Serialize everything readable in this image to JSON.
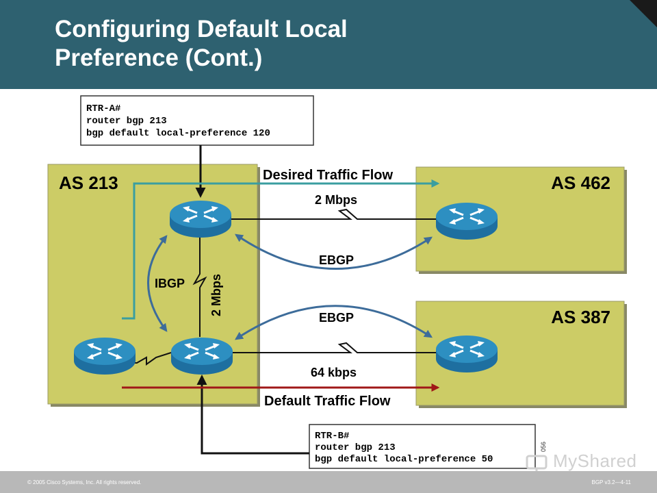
{
  "title_lines": [
    "Configuring Default Local",
    "Preference (Cont.)"
  ],
  "config_a": [
    "RTR-A#",
    "router bgp 213",
    "bgp default local-preference 120"
  ],
  "config_b": [
    "RTR-B#",
    "router bgp 213",
    "bgp default local-preference 50"
  ],
  "as_labels": {
    "as213": "AS 213",
    "as462": "AS 462",
    "as387": "AS 387"
  },
  "links": {
    "upper_bw": "2 Mbps",
    "lower_bw": "64 kbps",
    "internal_bw": "2 Mbps",
    "ebgp_upper": "EBGP",
    "ebgp_lower": "EBGP",
    "ibgp": "IBGP"
  },
  "flows": {
    "desired": "Desired Traffic Flow",
    "default": "Default Traffic Flow"
  },
  "figure_id": "056",
  "footer": {
    "left": "© 2005 Cisco Systems, Inc. All rights reserved.",
    "right": "BGP v3.2—4-11"
  },
  "watermark": "MyShared",
  "colors": {
    "header": "#2e6170",
    "as_fill": "#cccc66",
    "desired_flow": "#3a9ea0",
    "default_flow": "#a01818",
    "router": "#2d8fc1",
    "session_arrow": "#3d6c9a"
  }
}
